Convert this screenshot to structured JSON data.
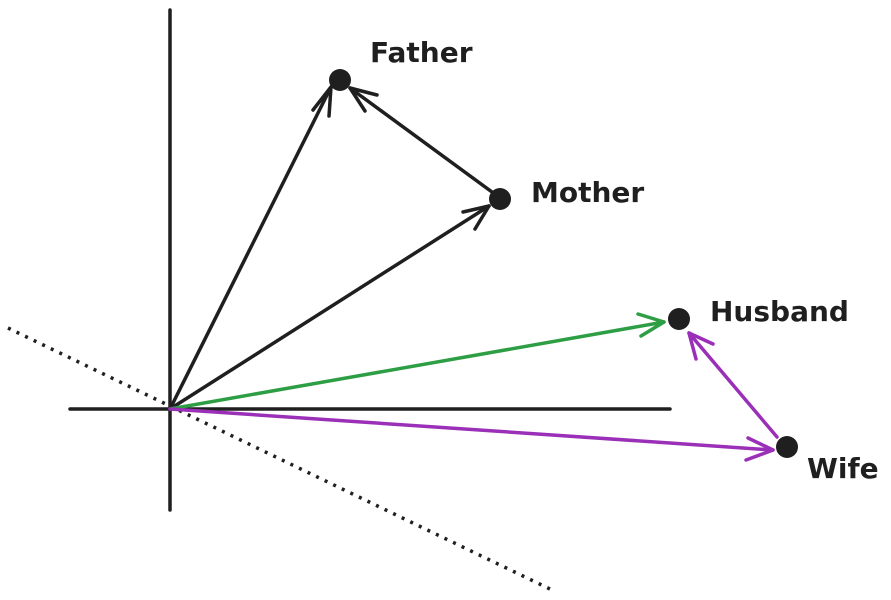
{
  "points": {
    "father": {
      "label": "Father"
    },
    "mother": {
      "label": "Mother"
    },
    "husband": {
      "label": "Husband"
    },
    "wife": {
      "label": "Wife"
    }
  },
  "colors": {
    "ink": "#1f1f1f",
    "husband_arrow": "#2e9e44",
    "wife_arrow": "#9b30b8"
  }
}
